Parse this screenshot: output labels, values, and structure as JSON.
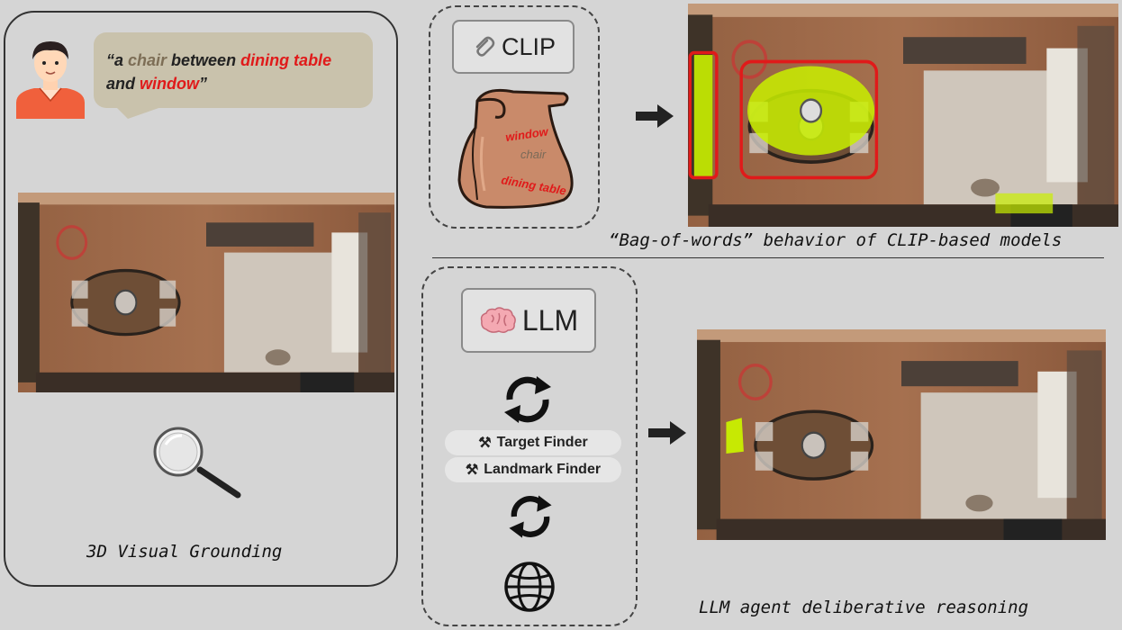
{
  "query": {
    "open_quote": "“",
    "a": "a ",
    "target": "chair",
    "between": " between ",
    "landmark1": "dining table",
    "and": "and ",
    "landmark2": "window",
    "close_quote": "”"
  },
  "left_caption": "3D Visual Grounding",
  "clip": {
    "label": "CLIP",
    "bag_words": [
      "window",
      "chair",
      "dining table"
    ],
    "caption": "“Bag-of-words” behavior of CLIP-based models"
  },
  "llm": {
    "label": "LLM",
    "tools": [
      "Target Finder",
      "Landmark Finder"
    ],
    "caption": "LLM agent deliberative reasoning"
  },
  "colors": {
    "highlight_red": "#e01a1a",
    "highlight_green": "#c9f000",
    "bag_brown": "#c98a6a"
  },
  "icons": [
    "person-avatar-icon",
    "magnifier-icon",
    "paperclip-icon",
    "paper-bag-icon",
    "brain-icon",
    "cycle-arrows-icon",
    "hammer-wrench-icon",
    "globe-icon",
    "right-arrow-icon"
  ]
}
